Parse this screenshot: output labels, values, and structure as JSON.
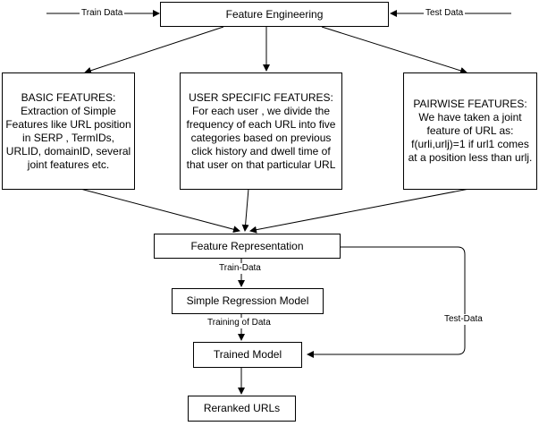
{
  "inputs": {
    "train_data": "Train Data",
    "test_data": "Test Data"
  },
  "nodes": {
    "feature_engineering": "Feature Engineering",
    "basic_features": "BASIC FEATURES:\nExtraction of Simple\nFeatures like URL position\nin SERP , TermIDs,\nURLID, domainID, several\njoint features etc.",
    "user_specific_features": "USER SPECIFIC FEATURES:\nFor each user , we divide the\nfrequency of each URL into five\ncategories based on previous\nclick history and dwell time of\nthat user on that particular URL",
    "pairwise_features": "PAIRWISE FEATURES:\nWe have taken a joint\nfeature of URL as:\nf(urli,urlj)=1 if url1 comes\nat a position less than urlj.",
    "feature_representation": "Feature Representation",
    "simple_regression_model": "Simple Regression Model",
    "trained_model": "Trained Model",
    "reranked_urls": "Reranked URLs"
  },
  "edge_labels": {
    "train_data": "Train-Data",
    "training_of_data": "Training of Data",
    "test_data": "Test-Data"
  }
}
